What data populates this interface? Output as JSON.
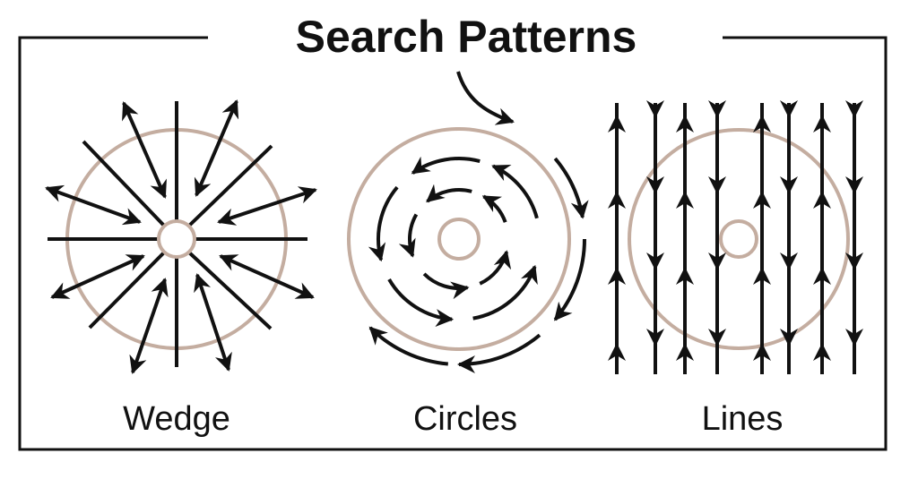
{
  "title": "Search Patterns",
  "panels": [
    {
      "label": "Wedge"
    },
    {
      "label": "Circles"
    },
    {
      "label": "Lines"
    }
  ],
  "colors": {
    "ink": "#111111",
    "ring": "#c4ada0"
  }
}
